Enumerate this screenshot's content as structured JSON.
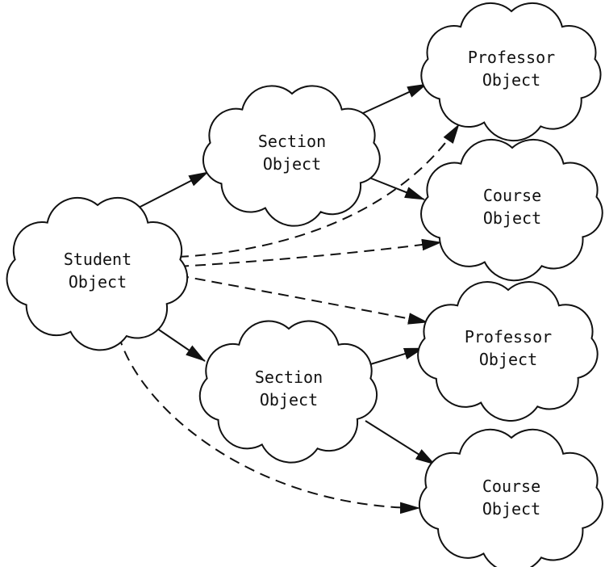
{
  "diagram": {
    "background_color": "#ffffff",
    "line_color": "#111111",
    "text_color": "#111111",
    "nodes": [
      {
        "id": "student",
        "label": "Student Object",
        "lines": [
          "Student",
          "Object"
        ]
      },
      {
        "id": "section-top",
        "label": "Section Object",
        "lines": [
          "Section",
          "Object"
        ]
      },
      {
        "id": "professor-top",
        "label": "Professor Object",
        "lines": [
          "Professor",
          "Object"
        ]
      },
      {
        "id": "course-top",
        "label": "Course Object",
        "lines": [
          "Course",
          "Object"
        ]
      },
      {
        "id": "section-bottom",
        "label": "Section Object",
        "lines": [
          "Section",
          "Object"
        ]
      },
      {
        "id": "professor-bottom",
        "label": "Professor Object",
        "lines": [
          "Professor",
          "Object"
        ]
      },
      {
        "id": "course-bottom",
        "label": "Course Object",
        "lines": [
          "Course",
          "Object"
        ]
      }
    ],
    "edges": [
      {
        "from": "student",
        "to": "section-top",
        "style": "solid"
      },
      {
        "from": "student",
        "to": "section-bottom",
        "style": "solid"
      },
      {
        "from": "section-top",
        "to": "professor-top",
        "style": "solid"
      },
      {
        "from": "section-top",
        "to": "course-top",
        "style": "solid"
      },
      {
        "from": "section-bottom",
        "to": "professor-bottom",
        "style": "solid"
      },
      {
        "from": "section-bottom",
        "to": "course-bottom",
        "style": "solid"
      },
      {
        "from": "student",
        "to": "professor-top",
        "style": "dashed"
      },
      {
        "from": "student",
        "to": "course-top",
        "style": "dashed"
      },
      {
        "from": "student",
        "to": "professor-bottom",
        "style": "dashed"
      },
      {
        "from": "student",
        "to": "course-bottom",
        "style": "dashed"
      }
    ]
  }
}
